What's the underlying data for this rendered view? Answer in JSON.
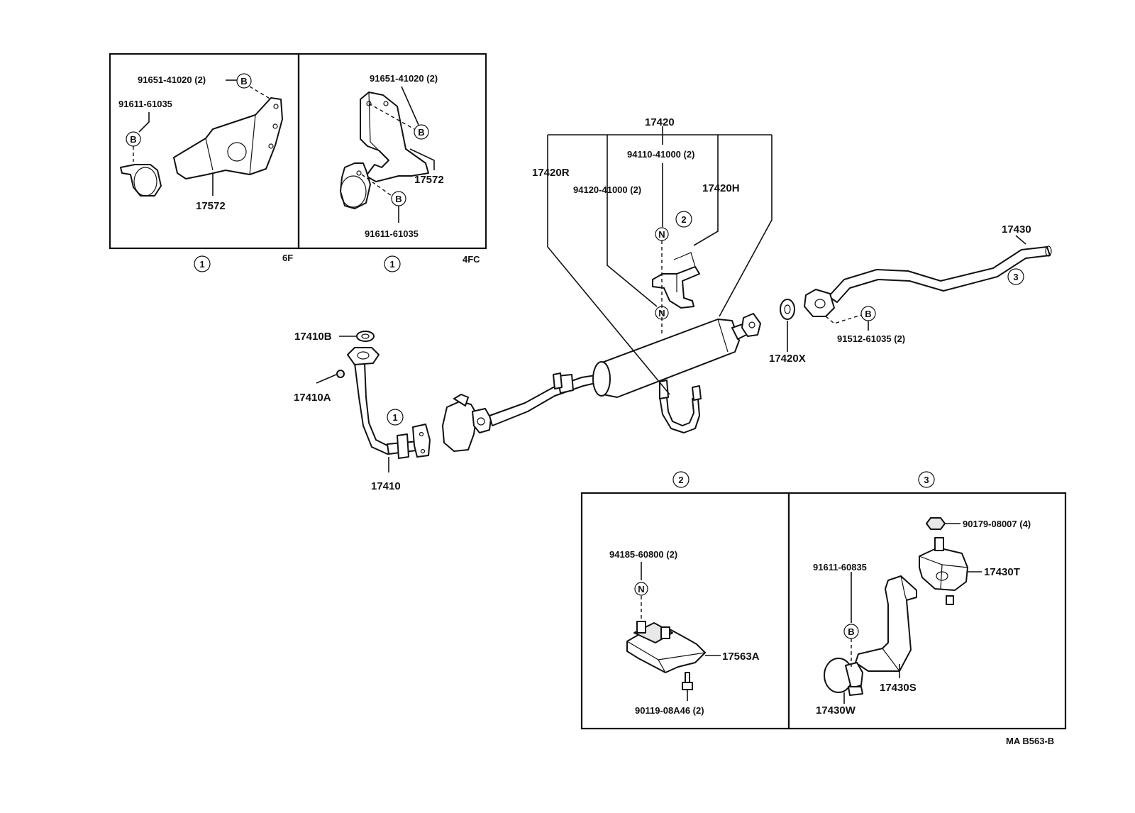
{
  "diagram_code": "MA B563-B",
  "callouts": {
    "bolt_marker": "B",
    "nut_marker": "N",
    "ref1": "1",
    "ref2": "2",
    "ref3": "3"
  },
  "detail_6f": {
    "variant": "6F",
    "bolt_label": "91651-41020 (2)",
    "bolt2_label": "91611-61035",
    "bracket_label": "17572"
  },
  "detail_4fc": {
    "variant": "4FC",
    "bolt_label": "91651-41020 (2)",
    "bracket_label": "17572",
    "bolt2_label": "91611-61035"
  },
  "main": {
    "front_pipe": "17410",
    "front_gasket": "17410B",
    "front_nut": "17410A",
    "muffler_assy": "17420",
    "muffler_clamp": "17420R",
    "muffler_nut_upper": "94110-41000 (2)",
    "muffler_nut_lower": "94120-41000 (2)",
    "muffler_hanger": "17420H",
    "tail_gasket": "17420X",
    "tail_pipe": "17430",
    "tail_bolt": "91512-61035 (2)"
  },
  "detail_2": {
    "nut_label": "94185-60800 (2)",
    "mount_label": "17563A",
    "bolt_label": "90119-08A46 (2)"
  },
  "detail_3": {
    "nut_label": "90179-08007 (4)",
    "bolt_label": "91611-60835",
    "insulator_label": "17430T",
    "bracket_label": "17430S",
    "clamp_label": "17430W"
  }
}
